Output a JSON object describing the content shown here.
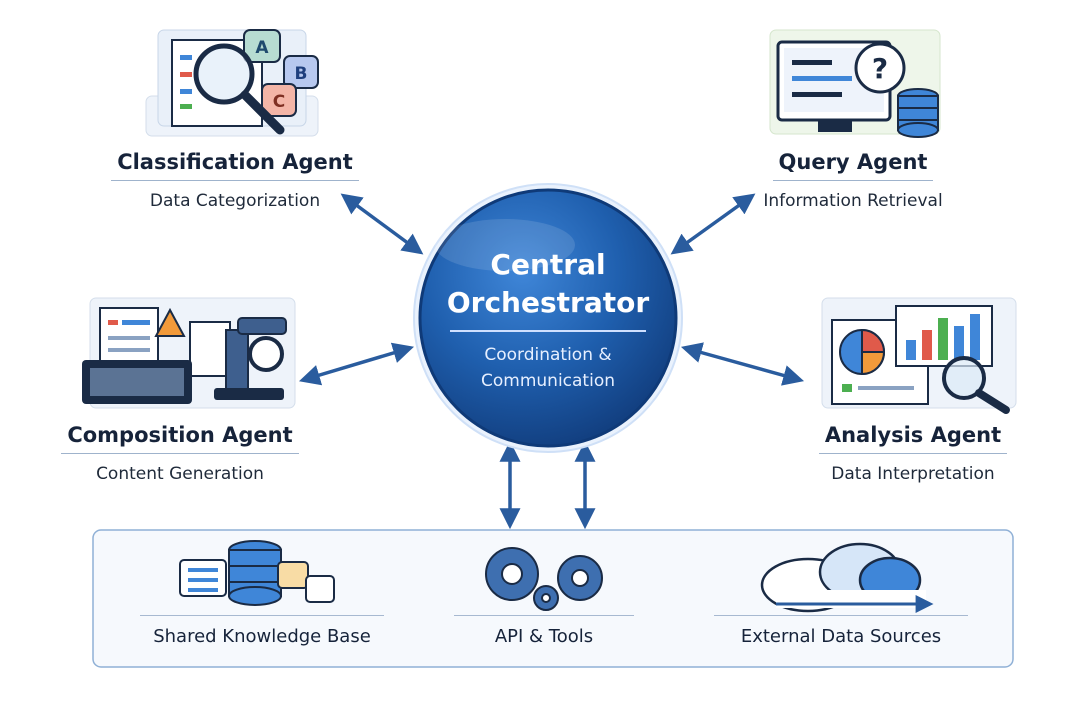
{
  "orchestrator": {
    "title_line1": "Central",
    "title_line2": "Orchestrator",
    "subtitle_line1": "Coordination &",
    "subtitle_line2": "Communication"
  },
  "agents": {
    "classification": {
      "title": "Classification Agent",
      "subtitle": "Data Categorization"
    },
    "query": {
      "title": "Query Agent",
      "subtitle": "Information Retrieval"
    },
    "composition": {
      "title": "Composition Agent",
      "subtitle": "Content Generation"
    },
    "analysis": {
      "title": "Analysis Agent",
      "subtitle": "Data Interpretation"
    }
  },
  "resources": {
    "knowledge_base": "Shared Knowledge Base",
    "api_tools": "API & Tools",
    "external_sources": "External Data Sources"
  },
  "icon_letters": {
    "a": "A",
    "b": "B",
    "c": "C",
    "question": "?"
  },
  "colors": {
    "primary_blue": "#1f5fae",
    "dark_navy": "#16233a",
    "arrow_blue": "#2a5c9e",
    "panel_border": "#8fb0d6",
    "accent_red": "#e05a4a",
    "accent_orange": "#f29a3a",
    "accent_green": "#4caf50"
  }
}
